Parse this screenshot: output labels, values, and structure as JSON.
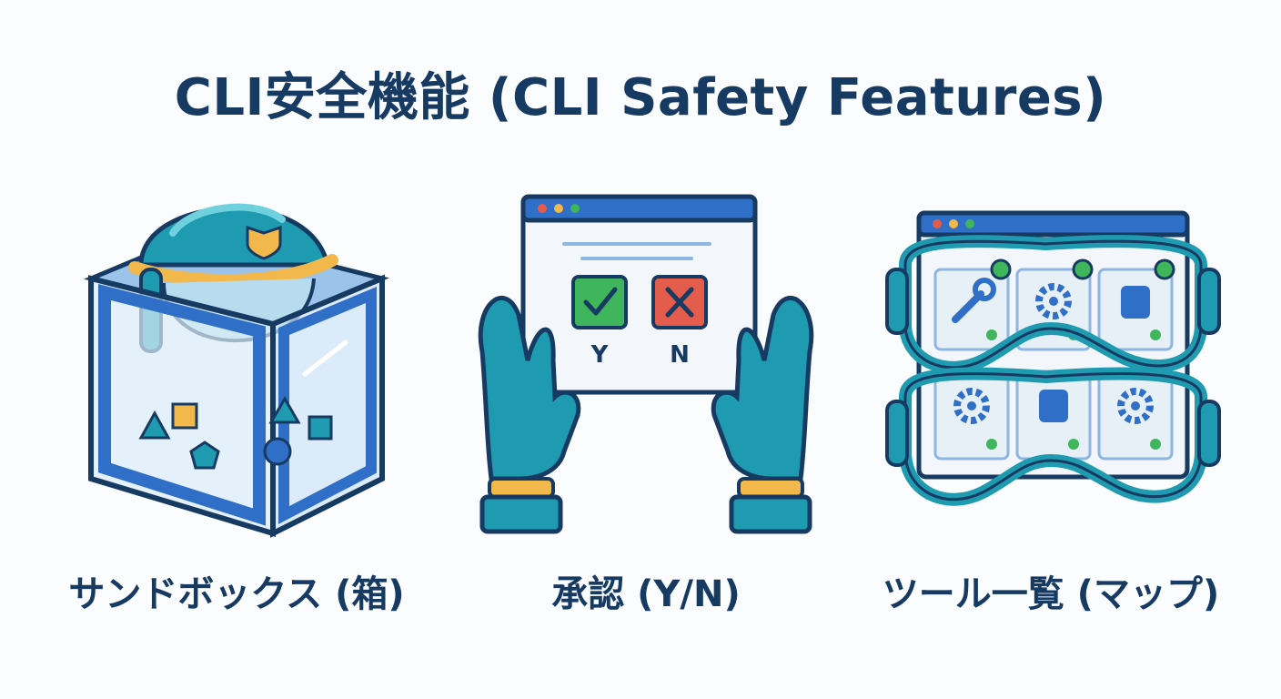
{
  "title": "CLI安全機能 (CLI Safety Features)",
  "panels": [
    {
      "icon": "sandbox-box-helmet-icon",
      "caption": "サンドボックス (箱)"
    },
    {
      "icon": "approval-gloves-icon",
      "caption": "承認 (Y/N)",
      "yes_label": "Y",
      "no_label": "N"
    },
    {
      "icon": "tool-map-goggles-icon",
      "caption": "ツール一覧 (マップ)"
    }
  ],
  "colors": {
    "navy": "#173a63",
    "blue": "#2f6fc7",
    "teal": "#1e9bb0",
    "yellow": "#f2b84b",
    "green": "#3fb55c",
    "red": "#e45c4b",
    "glass": "#dcecf8"
  }
}
